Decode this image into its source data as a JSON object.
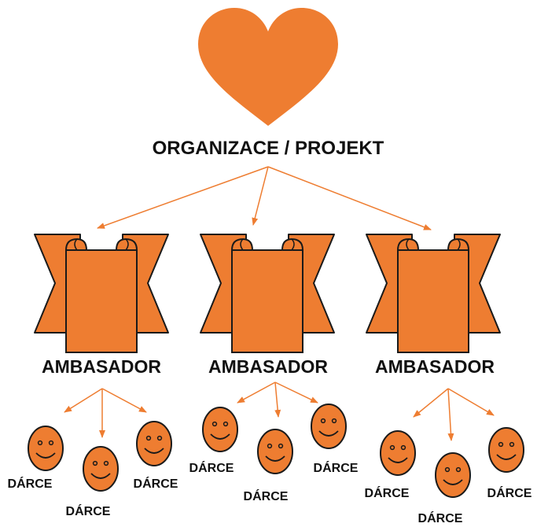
{
  "root": {
    "label": "ORGANIZACE / PROJEKT",
    "icon": "heart-icon"
  },
  "ambassadors": [
    {
      "label": "AMBASADOR",
      "icon": "scroll-banner-icon",
      "donors": [
        {
          "label": "DÁRCE",
          "icon": "smiley-face-icon"
        },
        {
          "label": "DÁRCE",
          "icon": "smiley-face-icon"
        },
        {
          "label": "DÁRCE",
          "icon": "smiley-face-icon"
        }
      ]
    },
    {
      "label": "AMBASADOR",
      "icon": "scroll-banner-icon",
      "donors": [
        {
          "label": "DÁRCE",
          "icon": "smiley-face-icon"
        },
        {
          "label": "DÁRCE",
          "icon": "smiley-face-icon"
        },
        {
          "label": "DÁRCE",
          "icon": "smiley-face-icon"
        }
      ]
    },
    {
      "label": "AMBASADOR",
      "icon": "scroll-banner-icon",
      "donors": [
        {
          "label": "DÁRCE",
          "icon": "smiley-face-icon"
        },
        {
          "label": "DÁRCE",
          "icon": "smiley-face-icon"
        },
        {
          "label": "DÁRCE",
          "icon": "smiley-face-icon"
        }
      ]
    }
  ],
  "colors": {
    "fill": "#ee7d31",
    "stroke": "#1a1a1a",
    "arrow": "#ee7d31",
    "text": "#111111"
  }
}
